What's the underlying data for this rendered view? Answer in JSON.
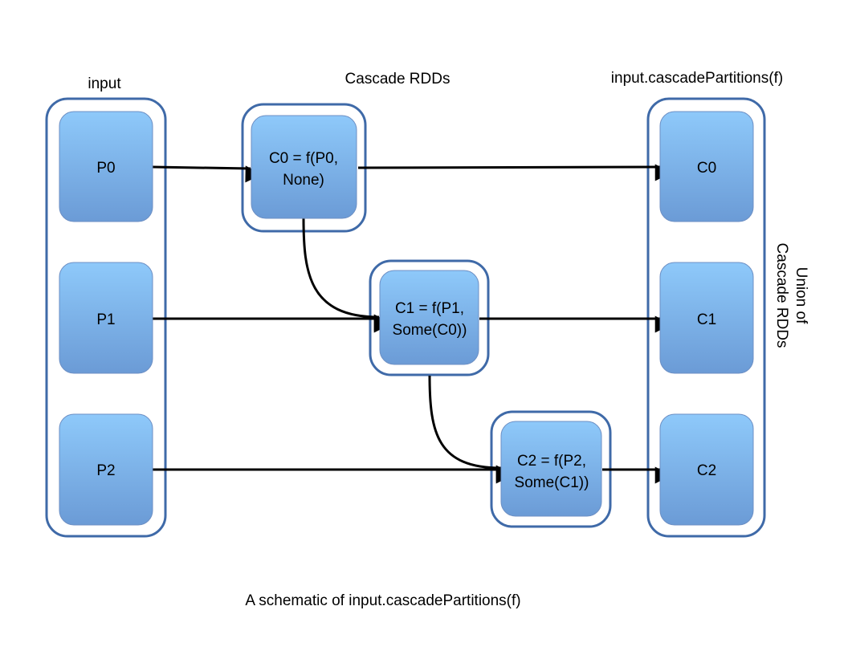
{
  "diagram": {
    "caption": "A schematic of input.cascadePartitions(f)",
    "groups": {
      "input": {
        "label": "input"
      },
      "cascade": {
        "label": "Cascade RDDs"
      },
      "output": {
        "label": "input.cascadePartitions(f)",
        "side_label": [
          "Union of",
          "Cascade RDDs"
        ]
      }
    },
    "nodes": {
      "p0": {
        "lines": [
          "P0"
        ]
      },
      "p1": {
        "lines": [
          "P1"
        ]
      },
      "p2": {
        "lines": [
          "P2"
        ]
      },
      "c0": {
        "lines": [
          "C0 = f(P0,",
          "None)"
        ]
      },
      "c1": {
        "lines": [
          "C1 = f(P1,",
          "Some(C0))"
        ]
      },
      "c2": {
        "lines": [
          "C2 = f(P2,",
          "Some(C1))"
        ]
      },
      "out_c0": {
        "lines": [
          "C0"
        ]
      },
      "out_c1": {
        "lines": [
          "C1"
        ]
      },
      "out_c2": {
        "lines": [
          "C2"
        ]
      }
    },
    "edges": [
      {
        "from": "P0",
        "to": "C0 = f(P0, None)"
      },
      {
        "from": "C0 = f(P0, None)",
        "to": "C0"
      },
      {
        "from": "P1",
        "to": "C1 = f(P1, Some(C0))"
      },
      {
        "from": "C0 = f(P0, None)",
        "to": "C1 = f(P1, Some(C0))"
      },
      {
        "from": "C1 = f(P1, Some(C0))",
        "to": "C1"
      },
      {
        "from": "P2",
        "to": "C2 = f(P2, Some(C1))"
      },
      {
        "from": "C1 = f(P1, Some(C0))",
        "to": "C2 = f(P2, Some(C1))"
      },
      {
        "from": "C2 = f(P2, Some(C1))",
        "to": "C2"
      }
    ],
    "colors": {
      "node_fill_top": "#8ec9fa",
      "node_fill_bottom": "#6b9bd6",
      "container_border": "#3f6aa8",
      "arrow": "#000000"
    }
  }
}
